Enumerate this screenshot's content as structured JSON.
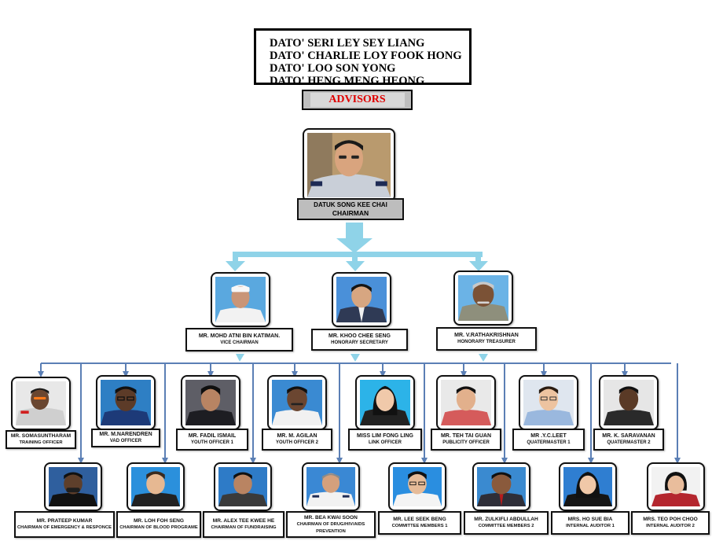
{
  "advisors": {
    "names": [
      "DATO' SERI LEY SEY LIANG",
      "DATO' CHARLIE LOY FOOK HONG",
      "DATO' LOO SON YONG",
      "DATO' HENG MENG HEONG"
    ],
    "label": "ADVISORS"
  },
  "chairman": {
    "name": "DATUK SONG KEE CHAI",
    "role": "CHAIRMAN"
  },
  "officers": [
    {
      "name": "MR. MOHD ATNI BIN KATIMAN.",
      "role": "VICE CHAIRMAN"
    },
    {
      "name": "MR. KHOO CHEE SENG",
      "role": "HONORARY SECRETARY"
    },
    {
      "name": "MR. V.RATHAKRISHNAN",
      "role": "HONORARY TREASURER"
    }
  ],
  "row1": [
    {
      "name": "MR. SOMASUNTHARAM",
      "role": "TRAINING OFFICER"
    },
    {
      "name": "MR. M.NARENDREN",
      "role": "VAD OFFICER"
    },
    {
      "name": "MR. FADIL ISMAIL",
      "role": "YOUTH OFFICER 1"
    },
    {
      "name": "MR. M. AGILAN",
      "role": "YOUTH OFFICER 2"
    },
    {
      "name": "MISS LIM FONG LING",
      "role": "LINK OFFICER"
    },
    {
      "name": "MR. TEH TAI GUAN",
      "role": "PUBLICITY OFFICER"
    },
    {
      "name": "MR .Y.C.LEET",
      "role": "QUATERMASTER 1"
    },
    {
      "name": "MR. K. SARAVANAN",
      "role": "QUATERMASTER 2"
    }
  ],
  "row2": [
    {
      "name": "MR. PRATEEP KUMAR",
      "role": "CHAIRMAN OF EMERGENCY & RESPONCE"
    },
    {
      "name": "MR. LOH FOH SENG",
      "role": "CHAIRMAN OF BLOOD PROGRAME"
    },
    {
      "name": "MR. ALEX TEE KWEE HE",
      "role": "CHAIRMAN OF FUNDRAISING"
    },
    {
      "name": "MR. BEA KWAI SOON",
      "role": "CHAIRMAN OF DRUG/HIV/AIDS PREVENTION"
    },
    {
      "name": "MR. LEE SEEK BENG",
      "role": "COMMITTEE MEMBERS 1"
    },
    {
      "name": "MR. ZULKIFLI ABDULLAH",
      "role": "COMMITTEE MEMBERS 2"
    },
    {
      "name": "MRS. HO SUE BIA",
      "role": "INTERNAL AUDITOR 1"
    },
    {
      "name": "MRS. TEO POH CHOO",
      "role": "INTERNAL AUDITOR 2"
    }
  ],
  "colors": {
    "arrow": "#8fd3e8",
    "connector": "#5b7fb5",
    "advisor_text": "#e00000",
    "label_grey": "#bdbdbd"
  }
}
